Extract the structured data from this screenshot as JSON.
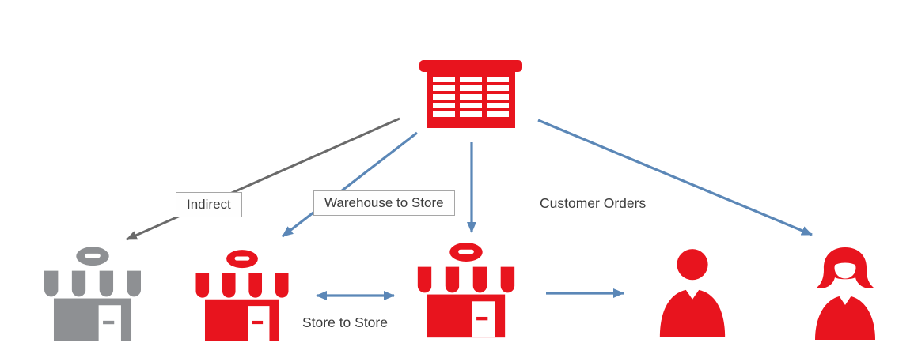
{
  "diagram": {
    "type": "flow-diagram",
    "labels": {
      "indirect": "Indirect",
      "warehouse_to_store": "Warehouse to Store",
      "customer_orders": "Customer Orders",
      "store_to_store": "Store to Store"
    },
    "nodes": [
      {
        "id": "warehouse",
        "icon": "warehouse-icon",
        "color": "red"
      },
      {
        "id": "store-indirect",
        "icon": "store-icon",
        "color": "gray"
      },
      {
        "id": "store-a",
        "icon": "store-icon",
        "color": "red"
      },
      {
        "id": "store-b",
        "icon": "store-icon",
        "color": "red"
      },
      {
        "id": "customer-man",
        "icon": "person-man-icon",
        "color": "red"
      },
      {
        "id": "customer-woman",
        "icon": "person-woman-icon",
        "color": "red"
      }
    ],
    "edges": [
      {
        "from": "warehouse",
        "to": "store-indirect",
        "label": "Indirect",
        "style": "gray",
        "bidirectional": false
      },
      {
        "from": "warehouse",
        "to": "store-a",
        "label": "Warehouse to Store",
        "style": "blue",
        "bidirectional": false
      },
      {
        "from": "warehouse",
        "to": "store-b",
        "label": "Warehouse to Store",
        "style": "blue",
        "bidirectional": false
      },
      {
        "from": "warehouse",
        "to": "customer-woman",
        "label": "Customer Orders",
        "style": "blue",
        "bidirectional": false
      },
      {
        "from": "store-a",
        "to": "store-b",
        "label": "Store to Store",
        "style": "blue",
        "bidirectional": true
      },
      {
        "from": "store-b",
        "to": "customer-man",
        "label": "",
        "style": "blue",
        "bidirectional": false
      }
    ],
    "colors": {
      "red": "#e8141e",
      "gray_icon": "#8e9093",
      "blue_arrow": "#5b87b7",
      "gray_arrow": "#6a6a6a",
      "label_text": "#3c3c3c",
      "label_border": "#a6a6a6",
      "background": "#ffffff"
    }
  }
}
